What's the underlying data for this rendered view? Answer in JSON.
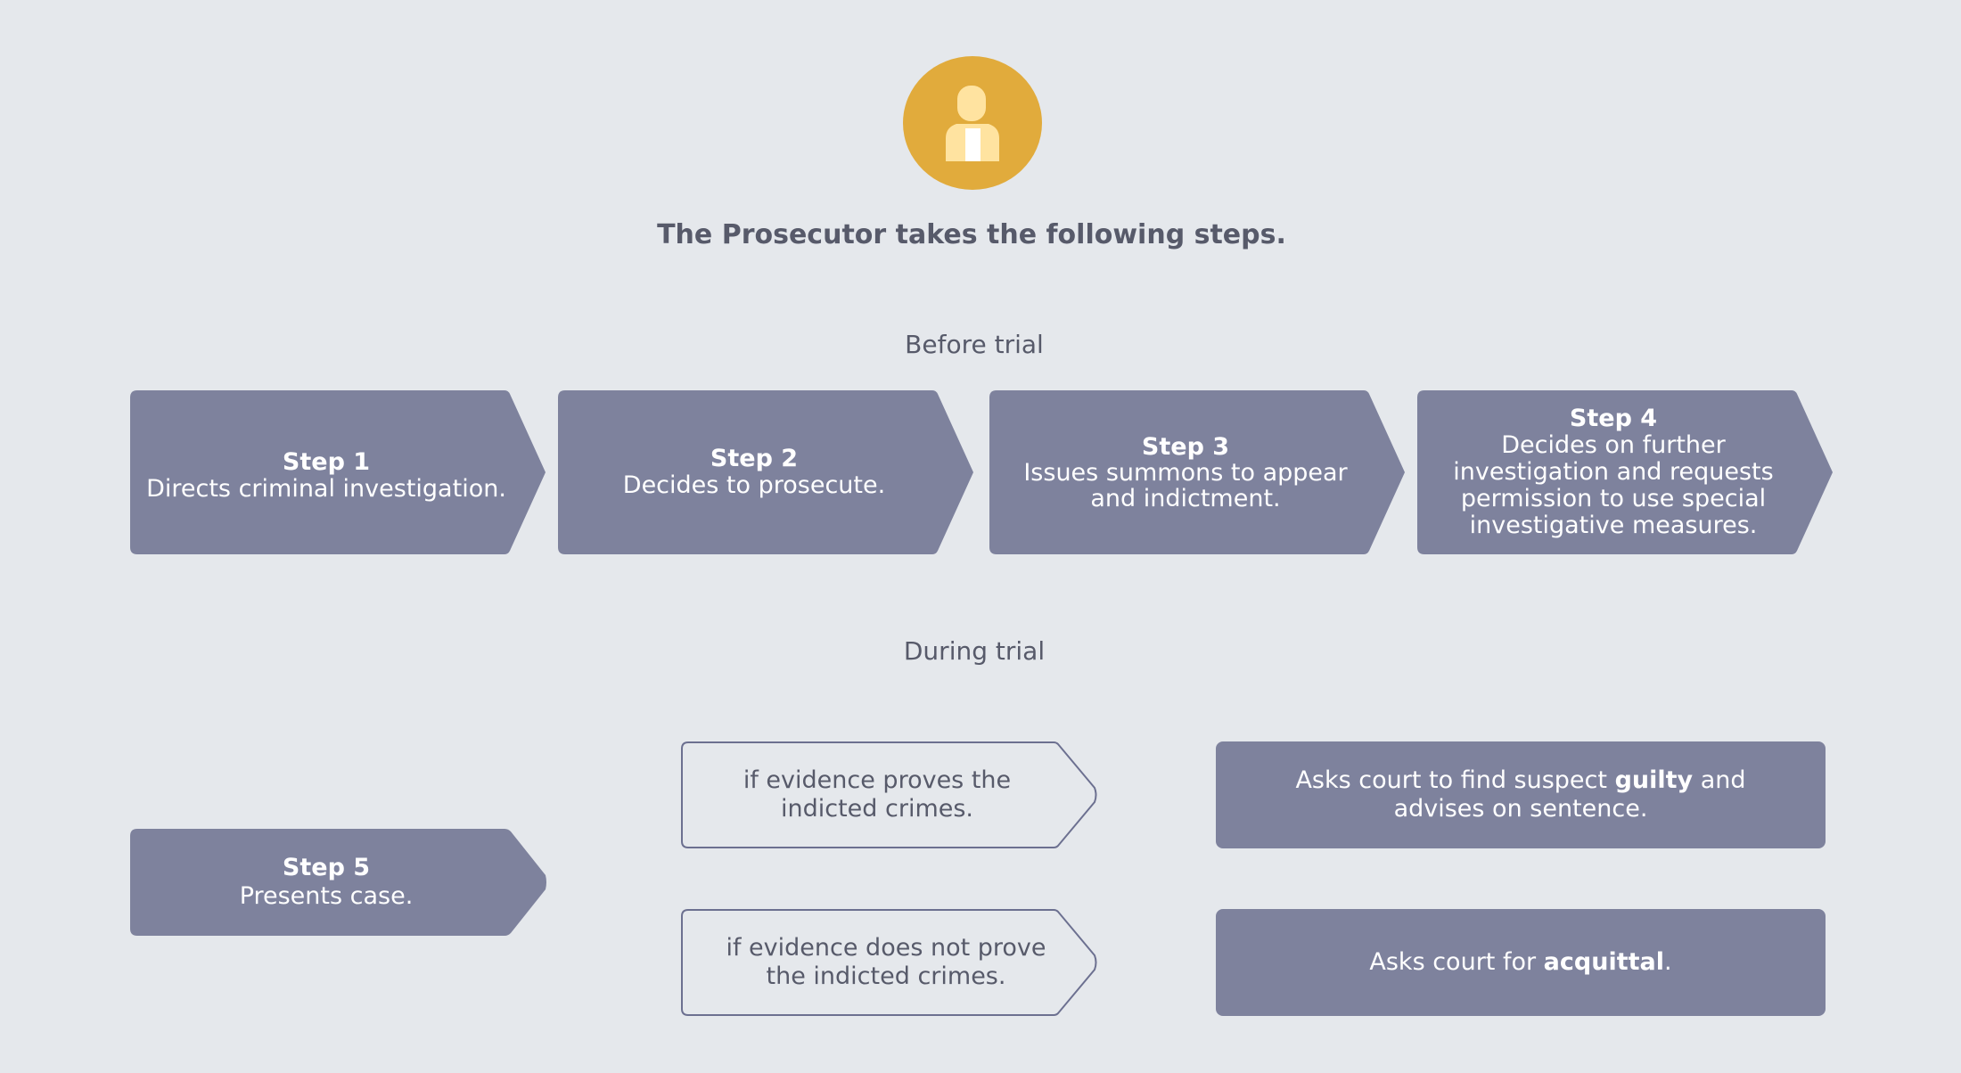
{
  "header": {
    "title": "The Prosecutor takes the following steps."
  },
  "sections": {
    "before": "Before trial",
    "during": "During trial"
  },
  "steps": [
    {
      "title": "Step 1",
      "lines": [
        "Directs criminal investigation."
      ]
    },
    {
      "title": "Step 2",
      "lines": [
        "Decides to prosecute."
      ]
    },
    {
      "title": "Step 3",
      "lines": [
        "Issues summons to appear",
        "and indictment."
      ]
    },
    {
      "title": "Step 4",
      "lines": [
        "Decides on further",
        "investigation and requests",
        "permission to use special",
        "investigative measures."
      ]
    },
    {
      "title": "Step 5",
      "lines": [
        "Presents case."
      ]
    }
  ],
  "conditions": [
    {
      "lines": [
        "if evidence proves the",
        "indicted crimes."
      ]
    },
    {
      "lines": [
        "if evidence does not prove",
        "the indicted crimes."
      ]
    }
  ],
  "outcomes": {
    "guilty": {
      "line1_pre": "Asks court to find suspect ",
      "line1_bold": "guilty",
      "line1_post": " and",
      "line2": "advises on sentence."
    },
    "acquittal": {
      "pre": "Asks court for ",
      "bold": "acquittal",
      "post": "."
    }
  },
  "colors": {
    "box_fill": "#7e829d",
    "accent": "#e1ab3c",
    "background": "#e5e8ec",
    "outline": "#6c7090"
  },
  "icons": {
    "avatar": "prosecutor-person-icon"
  }
}
